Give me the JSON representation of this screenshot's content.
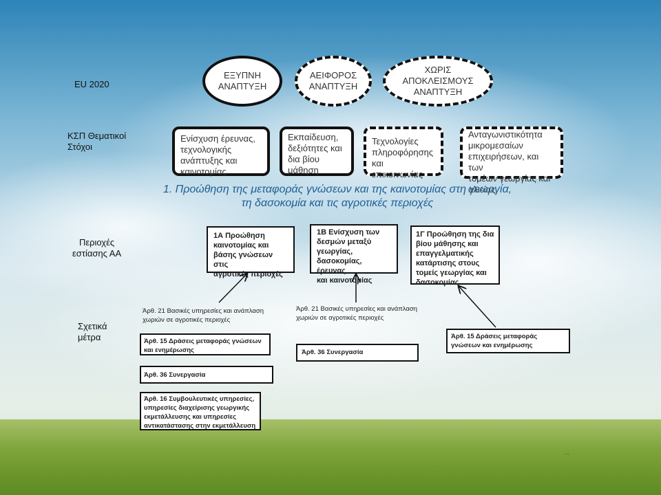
{
  "row_labels": {
    "eu2020": "EU 2020",
    "thematic": [
      "ΚΣΠ Θεματικοί",
      "Στόχοι"
    ],
    "focus": [
      "Περιοχές",
      "εστίασης ΑΑ"
    ],
    "measures": [
      "Σχετικά",
      "μέτρα"
    ]
  },
  "eu2020_goals": [
    {
      "lines": [
        "ΕΞΥΠΝΗ",
        "ΑΝΑΠΤΥΞΗ"
      ],
      "border": "solid"
    },
    {
      "lines": [
        "ΑΕΙΦΟΡΟΣ",
        "ΑΝΑΠΤΥΞΗ"
      ],
      "border": "dashed"
    },
    {
      "lines": [
        "ΧΩΡΙΣ",
        "ΑΠΟΚΛΕΙΣΜΟΥΣ",
        "ΑΝΑΠΤΥΞΗ"
      ],
      "border": "dashed"
    }
  ],
  "thematic_objectives": [
    {
      "lines": [
        "Ενίσχυση έρευνας,",
        "τεχνολογικής",
        "ανάπτυξης και",
        "καινοτομίας"
      ],
      "border": "solid"
    },
    {
      "lines": [
        "Εκπαίδευση,",
        "δεξιότητες και",
        "δια βίου",
        "μάθηση"
      ],
      "border": "solid"
    },
    {
      "lines": [
        "Τεχνολογίες",
        "πληροφόρησης",
        "και επικοινωνίας"
      ],
      "border": "dashed"
    },
    {
      "lines": [
        "Ανταγωνιστικότητα",
        "μικρομεσαίων",
        "επιχειρήσεων, και των",
        "τομέων γεωργίας και",
        "αλιείας"
      ],
      "border": "dashed"
    }
  ],
  "priority": {
    "line1": "1. Προώθηση της μεταφοράς γνώσεων και της καινοτομίας στη γεωργία,",
    "line2": "τη δασοκομία και τις αγροτικές περιοχές",
    "color": "#1f5f96"
  },
  "focus_areas": [
    {
      "lines": [
        "1Α Προώθηση",
        "καινοτομίας και",
        "βάσης γνώσεων στις",
        "αγροτικές περιοχές"
      ]
    },
    {
      "lines": [
        "1Β Ενίσχυση των",
        "δεσμών μεταξύ",
        "γεωργίας,",
        "δασοκομίας, έρευνας",
        "και καινοτομίας"
      ]
    },
    {
      "lines": [
        "1Γ Προώθηση της δια",
        "βίου μάθησης και",
        "επαγγελματικής",
        "κατάρτισης στους",
        "τομείς γεωργίας και",
        "δασοκομίας"
      ]
    }
  ],
  "measures": {
    "m21_a": [
      "Άρθ. 21 Βασικές υπηρεσίες και ανάπλαση",
      "χωριών σε αγροτικές περιοχές"
    ],
    "m15_a": [
      "Άρθ. 15 Δράσεις μεταφοράς γνώσεων",
      "και ενημέρωσης"
    ],
    "m21_b": [
      "Άρθ. 21 Βασικές υπηρεσίες και ανάπλαση",
      "χωριών σε αγροτικές περιοχές"
    ],
    "m36_b": [
      "Άρθ. 36 Συνεργασία"
    ],
    "m15_c": [
      "Άρθ. 15 Δράσεις μεταφοράς",
      "γνώσεων και ενημέρωσης"
    ],
    "m36_a": [
      "Άρθ. 36 Συνεργασία"
    ],
    "m16": [
      "Άρθ. 16 Συμβουλευτικές υπηρεσίες,",
      "υπηρεσίες διαχείρισης γεωργικής",
      "εκμετάλλευσης και υπηρεσίες",
      "αντικατάστασης στην εκμετάλλευση"
    ]
  },
  "footnote": "...",
  "colors": {
    "sky_top": "#3c8fc0",
    "sky_mid": "#cfe4ee",
    "grass": "#6f9a2c",
    "accent": "#1f5f96"
  }
}
